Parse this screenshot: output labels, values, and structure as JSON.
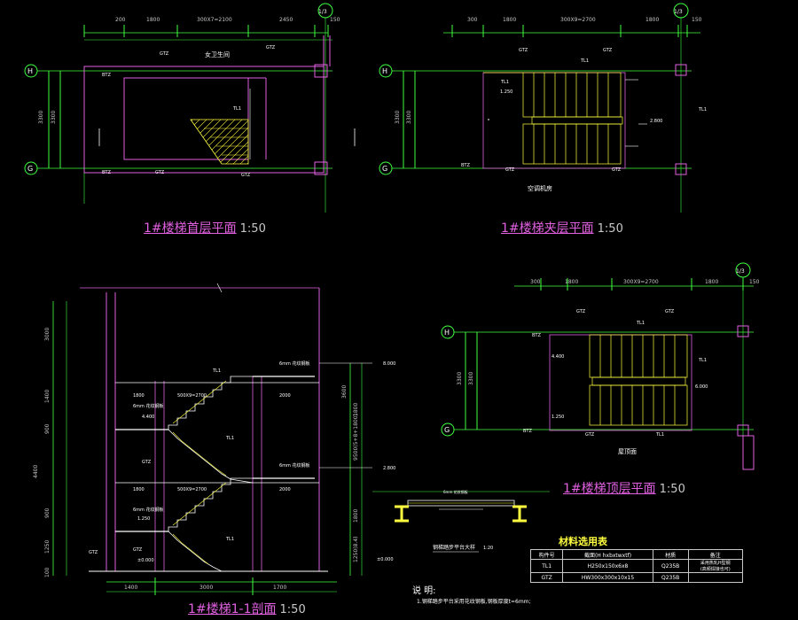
{
  "drawing": {
    "panels": [
      {
        "key": "ground",
        "title": "1#楼梯首层平面",
        "scale": "1:50"
      },
      {
        "key": "mezz",
        "title": "1#楼梯夹层平面",
        "scale": "1:50"
      },
      {
        "key": "top",
        "title": "1#楼梯顶层平面",
        "scale": "1:50"
      },
      {
        "key": "section",
        "title": "1#楼梯1-1剖面",
        "scale": "1:50"
      }
    ],
    "axes": {
      "H": "H",
      "G": "G",
      "ref": "1/3"
    },
    "plan_dims_top": [
      "200",
      "1800",
      "300X7=2100",
      "2450",
      "150"
    ],
    "plan_dims_top2": [
      "300",
      "1800",
      "300X9=2700",
      "1800",
      "150"
    ],
    "plan_side_dims": [
      "3300",
      "3300"
    ],
    "rooms": {
      "toilet": "女卫生间",
      "ac_room": "空调机房",
      "roof": "屋顶面"
    },
    "member_labels": {
      "gtz": "GTZ",
      "tl1": "TL1",
      "blz": "BTZ"
    },
    "levels": [
      "8.000",
      "4.400",
      "2.800",
      "1.250",
      "±0.000",
      "4.400",
      "1.250",
      "6.000"
    ],
    "section_dims_left": [
      "3000",
      "1400",
      "900",
      "4400",
      "900",
      "1250",
      "100"
    ],
    "section_dims_right": [
      "3600",
      "1800",
      "9500(5+8+1800)",
      "1800",
      "1250(8.4)"
    ],
    "section_dims_bottom": [
      "1400",
      "3000",
      "1700"
    ],
    "section_dims_mid": [
      "1800",
      "500X9=2700",
      "2000",
      "1800",
      "500X9=2700"
    ],
    "plate_label": "6mm 花纹钢板",
    "platform_detail": "钢梯踏步平台大样",
    "detail_scale": "1:20",
    "notes_title": "说 明:",
    "notes_text": "1.钢梯踏步平台采用花纹钢板,钢板厚度t=6mm;",
    "material_table": {
      "title": "材料选用表",
      "headers": [
        "构件号",
        "截面(H hxbxtwxtf)",
        "材质",
        "备注"
      ],
      "rows": [
        [
          "TL1",
          "H250x150x6x8",
          "Q235B",
          "采用热轧H型钢\n(高频焊接也可)"
        ],
        [
          "GTZ",
          "HW300x300x10x15",
          "Q235B",
          ""
        ]
      ]
    }
  }
}
